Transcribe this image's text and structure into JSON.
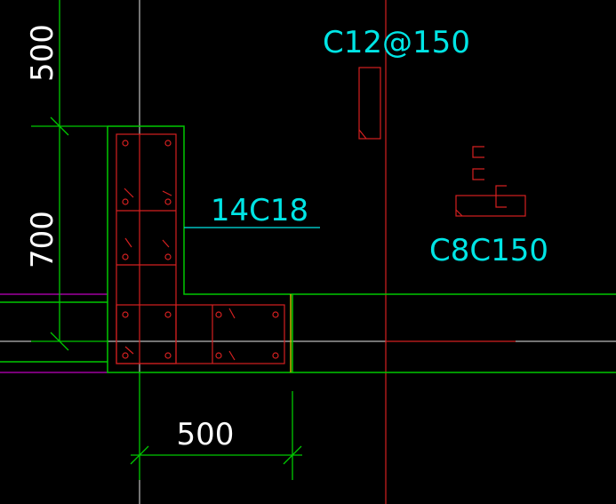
{
  "dimensions": {
    "top_vertical": "500",
    "left_vertical": "700",
    "bottom_horizontal": "500"
  },
  "labels": {
    "stirrup_top": "C12@150",
    "longitudinal_bars": "14C18",
    "stirrup_right": "C8C150"
  },
  "colors": {
    "background": "#000000",
    "outline": "#00c800",
    "rebar": "#d42020",
    "annotation_text": "#00e5e5",
    "dimension_text": "#ffffff",
    "axis_line": "#ffffff",
    "grid_red": "#d42020",
    "magenta_line": "#c000c0",
    "yellow_edge": "#c8b400"
  }
}
